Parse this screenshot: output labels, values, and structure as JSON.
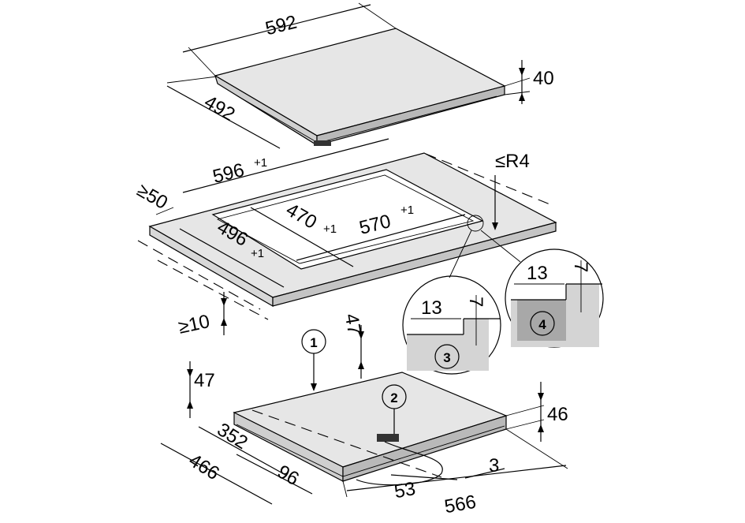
{
  "colors": {
    "line": "#000000",
    "surface_light": "#e6e6e6",
    "surface_mid": "#cfcfcf",
    "surface_dark": "#9a9a9a",
    "detail_fill": "#d4d4d4",
    "detail_dark": "#a8a8a8"
  },
  "hob": {
    "width": "592",
    "depth": "492",
    "height": "40"
  },
  "cutout": {
    "worktop_width": "596",
    "worktop_width_tol": "+1",
    "front_clearance": "≥50",
    "depth": "496",
    "depth_tol": "+1",
    "inner_depth": "470",
    "inner_depth_tol": "+1",
    "inner_width": "570",
    "inner_width_tol": "+1",
    "corner_radius": "≤R4",
    "worktop_min": "≥10"
  },
  "details": [
    {
      "callout": "3",
      "width": "13",
      "height": "7"
    },
    {
      "callout": "4",
      "width": "13",
      "height": "7"
    }
  ],
  "underside": {
    "callout_1": "1",
    "callout_2": "2",
    "dim_47_top": "47",
    "dim_47_left": "47",
    "height": "46",
    "dim_352": "352",
    "dim_466": "466",
    "dim_96": "96",
    "dim_53": "53",
    "dim_3": "3",
    "width": "566"
  }
}
